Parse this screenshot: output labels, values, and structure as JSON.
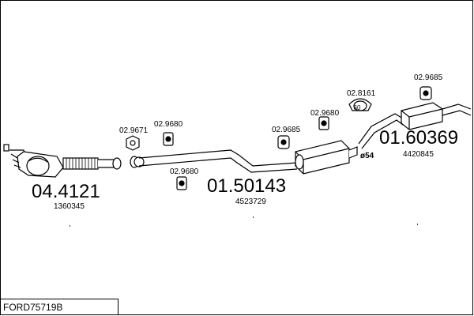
{
  "diagram": {
    "parts": [
      {
        "number": "04.4121",
        "ref": "1360345"
      },
      {
        "number": "01.50143",
        "ref": "4523729"
      },
      {
        "number": "01.60369",
        "ref": "4420845"
      }
    ],
    "clamps": [
      "02.9671",
      "02.9680",
      "02.9680",
      "02.9685",
      "02.9680",
      "02.8161",
      "02.9685"
    ],
    "diameter_label": "ø54",
    "inner_ring_label": "60",
    "caption": "FORD75719B"
  }
}
